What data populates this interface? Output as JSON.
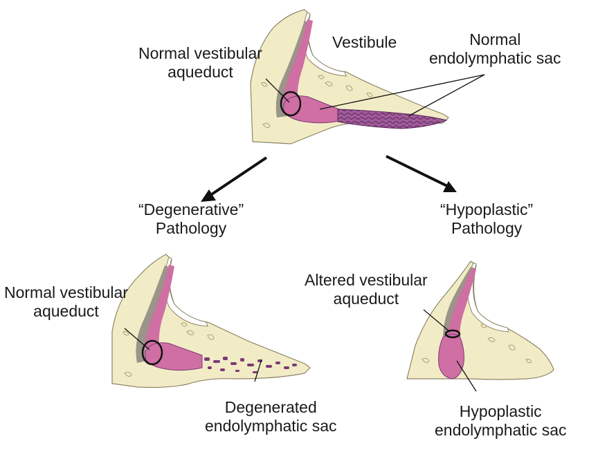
{
  "labels": {
    "top_aqueduct": [
      "Normal vestibular",
      "aqueduct"
    ],
    "vestibule": "Vestibule",
    "top_sac": [
      "Normal",
      "endolymphatic sac"
    ],
    "degenerative": [
      "“Degenerative”",
      "Pathology"
    ],
    "hypoplastic": [
      "“Hypoplastic”",
      "Pathology"
    ],
    "left_aqueduct": [
      "Normal vestibular",
      "aqueduct"
    ],
    "left_sac": [
      "Degenerated",
      "endolymphatic sac"
    ],
    "right_aqueduct": [
      "Altered vestibular",
      "aqueduct"
    ],
    "right_sac": [
      "Hypoplastic",
      "endolymphatic sac"
    ]
  },
  "colors": {
    "bone": "#f2ecc6",
    "bone_stroke": "#8c8466",
    "tissue": "#cf6fa3",
    "tissue_light": "#e7a8c9",
    "sac_dark": "#7a3b74",
    "gray": "#9a9489",
    "arrow": "#111111"
  }
}
